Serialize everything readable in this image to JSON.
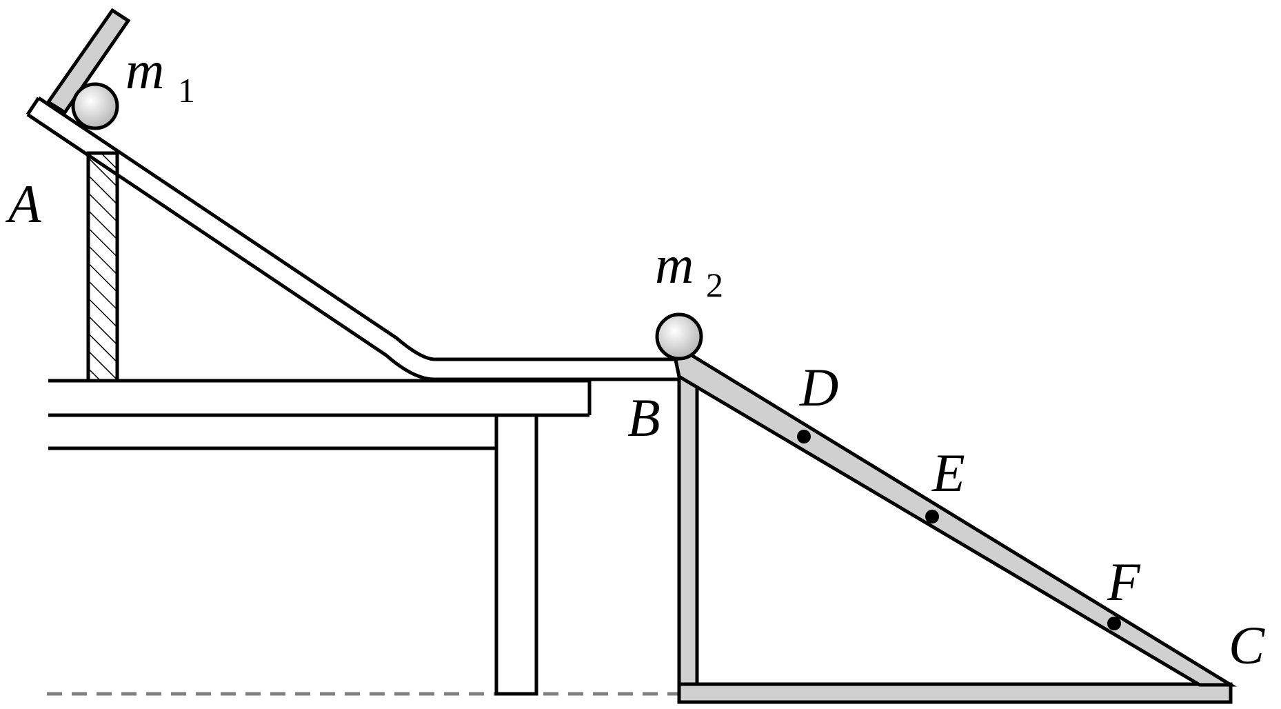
{
  "labels": {
    "point_a": "A",
    "point_b": "B",
    "point_c": "C",
    "point_d": "D",
    "point_e": "E",
    "point_f": "F",
    "mass1_symbol": "m",
    "mass1_subscript": "1",
    "mass2_symbol": "m",
    "mass2_subscript": "2"
  },
  "colors": {
    "stroke": "#000000",
    "rail_fill": "#d0d0d0",
    "ground_dash": "#808080",
    "ball_light": "#ffffff",
    "ball_dark": "#b4b4b4"
  }
}
